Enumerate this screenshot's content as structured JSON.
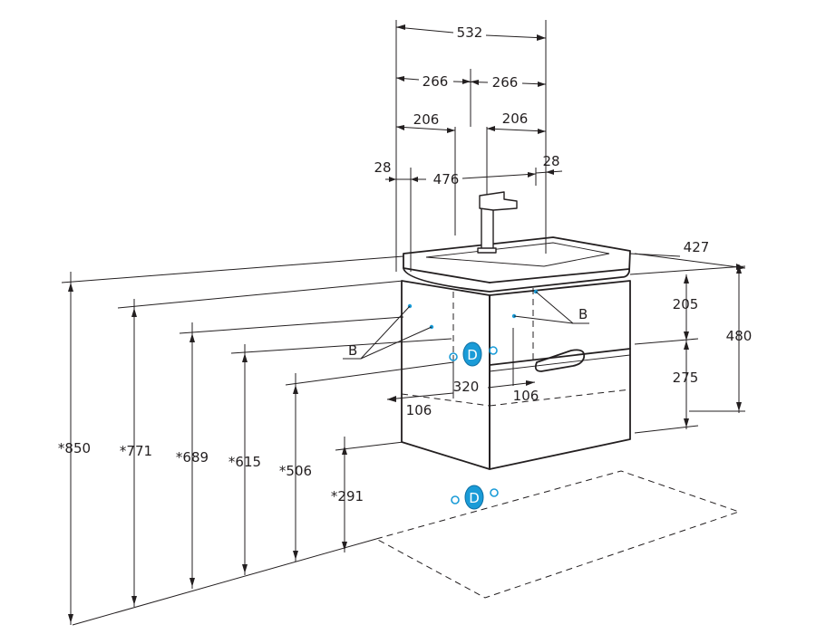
{
  "dimensions": {
    "overall_width": "532",
    "half_width_left": "266",
    "half_width_right": "266",
    "inner_left": "206",
    "inner_right": "206",
    "side_left": "28",
    "side_right": "28",
    "inner_width": "476",
    "depth": "427",
    "upper_drawer": "205",
    "lower_drawer": "275",
    "cabinet_height": "480",
    "height_850": "*850",
    "height_771": "*771",
    "height_689": "*689",
    "height_615": "*615",
    "height_506": "*506",
    "height_291": "*291",
    "connection_spacing": "320",
    "offset_left": "106",
    "offset_right": "106"
  },
  "labels": {
    "point_b_left": "B",
    "point_b_right": "B",
    "drain_upper_letter": "D",
    "drain_lower_letter": "D"
  },
  "colors": {
    "line": "#231f20",
    "connection_blue": "#1a9bd7"
  }
}
